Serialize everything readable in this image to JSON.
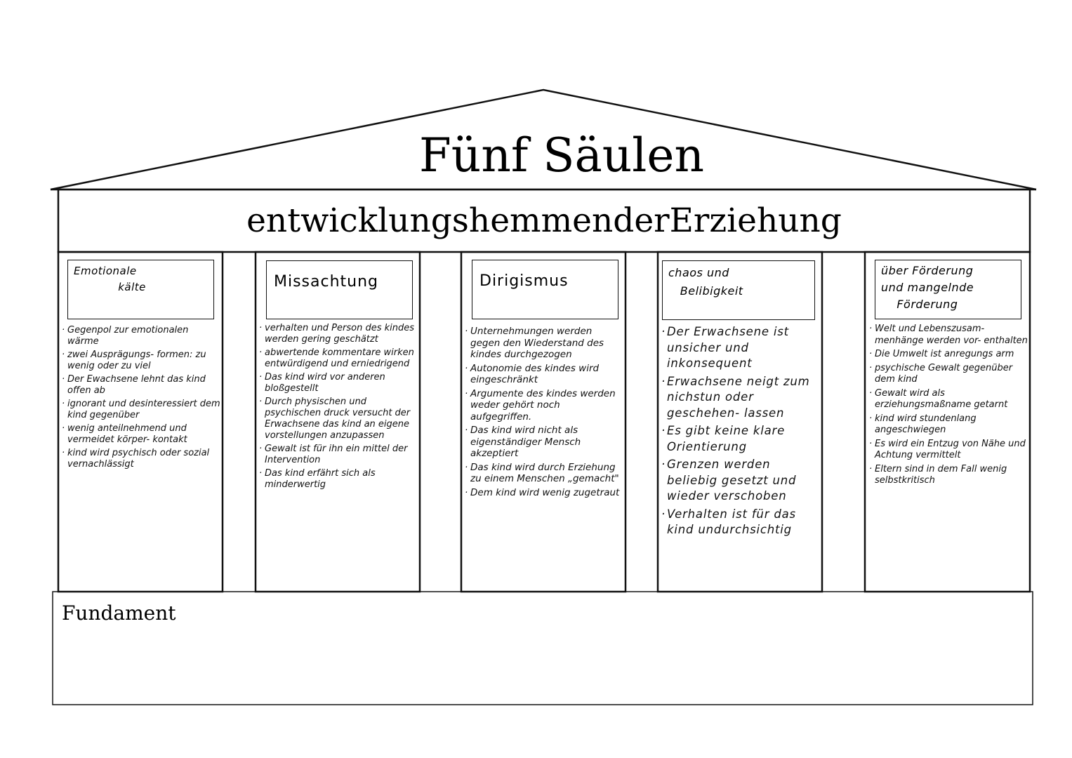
{
  "title": "Fünf Säulen",
  "subtitle": "entwicklungshemmenderErziehung",
  "pillars": [
    {
      "heading": "Emotionale\n            kälte",
      "items": [
        "Gegenpol zur emotionalen wärme",
        "zwei Ausprägungs- formen: zu wenig oder zu viel",
        "Der Ewachsene lehnt das kind offen ab",
        "ignorant und desinteressiert dem kind gegenüber",
        "wenig anteilnehmend und vermeidet körper- kontakt",
        "kind wird psychisch oder sozial vernachlässigt"
      ]
    },
    {
      "heading": "Missachtung",
      "items": [
        "verhalten und Person des kindes werden gering geschätzt",
        "abwertende kommentare wirken entwürdigend und erniedrigend",
        "Das kind wird vor anderen bloßgestellt",
        "Durch physischen und psychischen druck versucht der Erwachsene das kind an eigene vorstellungen anzupassen",
        "Gewalt ist für ihn ein mittel der Intervention",
        "Das kind erfährt sich als minderwertig"
      ]
    },
    {
      "heading": "Dirigismus",
      "items": [
        "Unternehmungen werden gegen den Wiederstand des kindes durchgezogen",
        "Autonomie des kindes wird eingeschränkt",
        "Argumente des kindes werden weder gehört noch aufgegriffen.",
        "Das kind wird nicht als eigenständiger Mensch akzeptiert",
        "Das kind wird durch Erziehung zu einem Menschen „gemacht\"",
        "Dem kind wird wenig zugetraut"
      ]
    },
    {
      "heading": "chaos und\n   Belibigkeit",
      "items": [
        "Der Erwachsene ist unsicher und inkonsequent",
        "Erwachsene neigt zum nichstun oder geschehen- lassen",
        "Es gibt keine klare Orientierung",
        "Grenzen werden beliebig gesetzt und wieder verschoben",
        "Verhalten ist für das kind undurchsichtig"
      ]
    },
    {
      "heading": "über Förderung\nund mangelnde\n    Förderung",
      "items": [
        "Welt und Lebenszusam- menhänge werden vor- enthalten",
        "Die Umwelt ist anregungs arm",
        "psychische Gewalt gegenüber dem kind",
        "Gewalt wird als erziehungsmaßname getarnt",
        "kind wird stundenlang angeschwiegen",
        "Es wird ein Entzug von Nähe und Achtung vermittelt",
        "Eltern sind in dem Fall wenig selbstkritisch"
      ]
    }
  ],
  "foundation": {
    "label": "Fundament"
  }
}
